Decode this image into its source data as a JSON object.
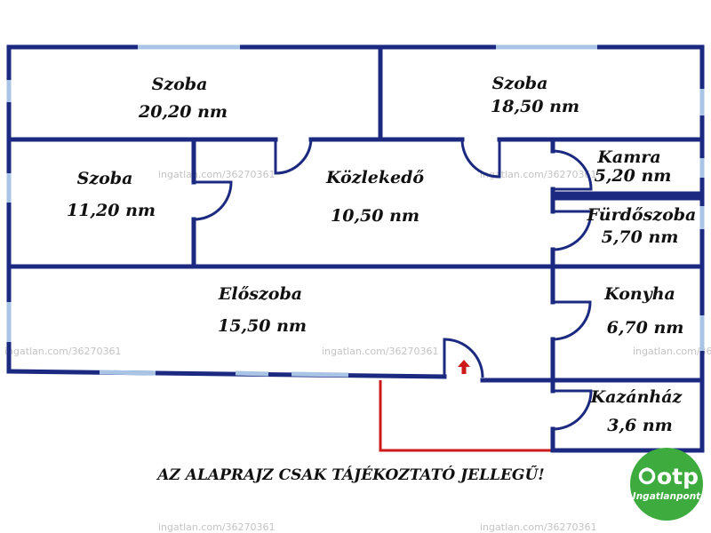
{
  "rooms": [
    {
      "name": "Szoba",
      "area": "20,20 nm"
    },
    {
      "name": "Szoba",
      "area": "18,50 nm"
    },
    {
      "name": "Szoba",
      "area": "11,20 nm"
    },
    {
      "name": "Közlekedő",
      "area": "10,50 nm"
    },
    {
      "name": "Kamra",
      "area": "5,20 nm"
    },
    {
      "name": "Fürdőszoba",
      "area": "5,70 nm"
    },
    {
      "name": "Előszoba",
      "area": "15,50 nm"
    },
    {
      "name": "Konyha",
      "area": "6,70 nm"
    },
    {
      "name": "Kazánház",
      "area": "3,6 nm"
    }
  ],
  "disclaimer": "AZ ALAPRAJZ CSAK TÁJÉKOZTATÓ JELLEGŰ!",
  "watermark": "ingatlan.com/36270361",
  "logo": {
    "brand": "otp",
    "sub": "Ingatlanpont"
  },
  "colors": {
    "wall": "#1b2a80",
    "window": "#a9c4e4",
    "boundary": "#cc1a1a",
    "logo_green": "#3eab3f"
  },
  "icons": [
    "entrance-arrow-icon",
    "otp-logo-icon"
  ]
}
